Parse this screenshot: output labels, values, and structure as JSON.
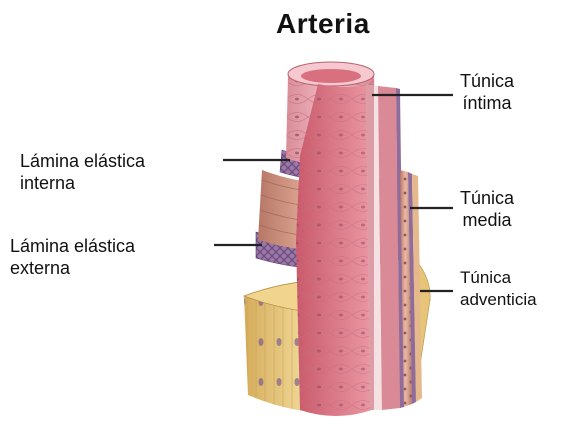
{
  "title": "Arteria",
  "labels": {
    "tunica_intima": [
      "Túnica",
      "íntima"
    ],
    "tunica_media": [
      "Túnica",
      "media"
    ],
    "tunica_adventicia": [
      "Túnica",
      "adventicia"
    ],
    "lamina_interna": [
      "Lámina elástica",
      "interna"
    ],
    "lamina_externa": [
      "Lámina elástica",
      "externa"
    ]
  },
  "colors": {
    "intima": "#e7a3ae",
    "media": "#c98d7c",
    "adventicia": "#e8cd83",
    "elastic": "#8f6c9b",
    "leader": "#222222"
  }
}
